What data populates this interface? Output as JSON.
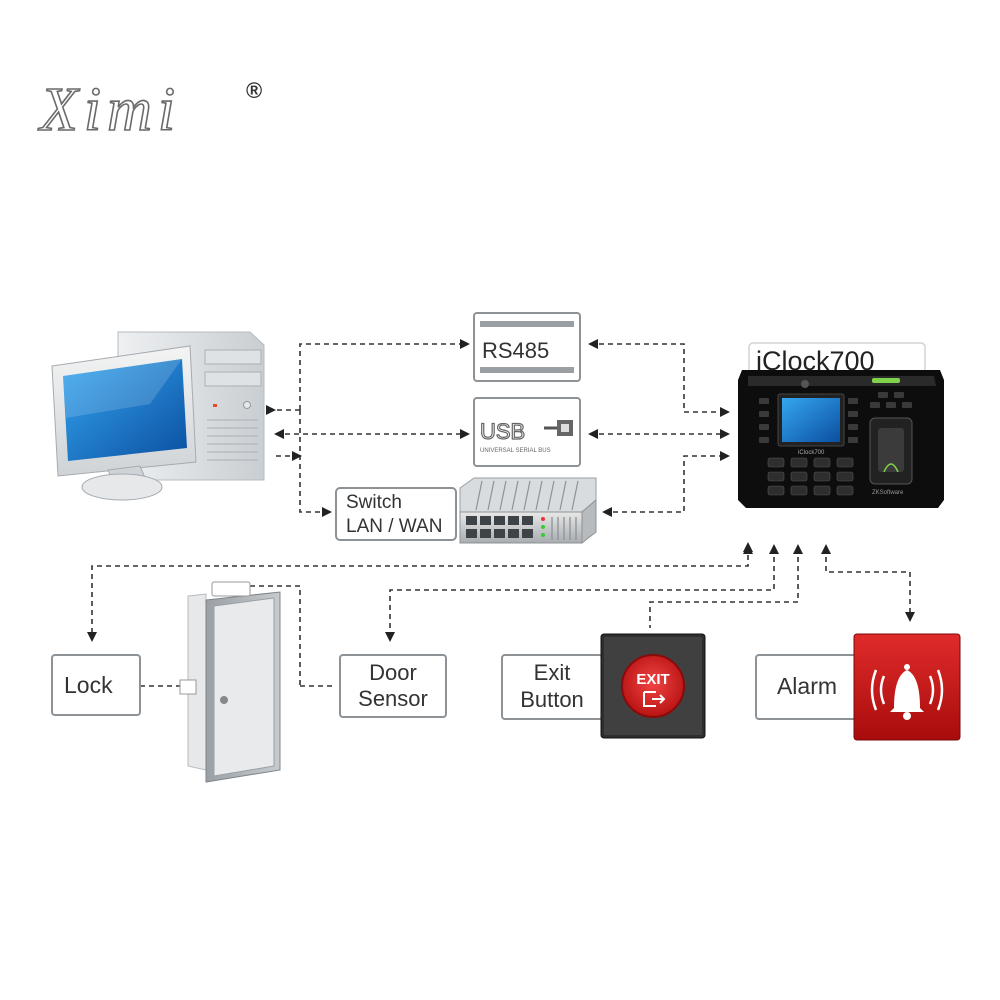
{
  "brand": {
    "name": "Ximi",
    "registered_mark": "®"
  },
  "device": {
    "model": "iClock700",
    "screen_label": "iClock700",
    "maker_label": "ZKSoftware"
  },
  "links": {
    "rs485": "RS485",
    "usb": "USB",
    "usb_caption": "UNIVERSAL SERIAL BUS",
    "switch_line1": "Switch",
    "switch_line2": "LAN / WAN"
  },
  "peripherals": {
    "lock": "Lock",
    "door_sensor_line1": "Door",
    "door_sensor_line2": "Sensor",
    "exit_line1": "Exit",
    "exit_line2": "Button",
    "exit_sign": "EXIT",
    "alarm": "Alarm"
  },
  "colors": {
    "exit_red": "#d61a1a",
    "alarm_red": "#c41414",
    "screen_blue": "#1a74c9"
  }
}
